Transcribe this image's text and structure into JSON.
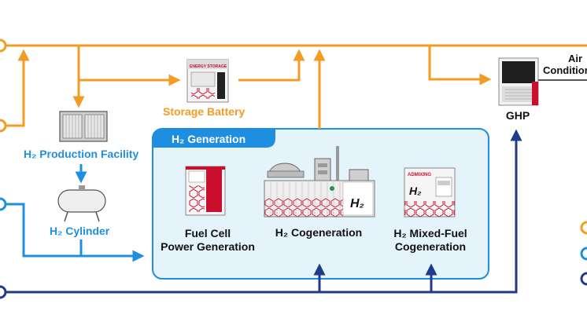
{
  "colors": {
    "electricity": "#f39c24",
    "hydrogen": "#1e8fe0",
    "gas": "#1e3a8a",
    "panel_fill": "#e5f3fb",
    "panel_border": "#1e8fe0",
    "accent_red": "#c8102e"
  },
  "labels": {
    "storage_battery": "Storage Battery",
    "h2_production": "H₂ Production Facility",
    "h2_cylinder": "H₂ Cylinder",
    "h2_generation": "H₂ Generation",
    "fuel_cell_1": "Fuel Cell",
    "fuel_cell_2": "Power Generation",
    "h2_cogen": "H₂ Cogeneration",
    "mixed_1": "H₂ Mixed-Fuel",
    "mixed_2": "Cogeneration",
    "ghp": "GHP",
    "air_1": "Air",
    "air_2": "Condition",
    "battery_unit_text": "ENERGY STORAGE",
    "admixing_text": "ADMIXING",
    "h2_mark": "H₂"
  },
  "icons": {
    "storage_battery": "battery-cabinet-icon",
    "h2_production": "production-facility-icon",
    "h2_cylinder": "hydrogen-tank-icon",
    "fuel_cell": "fuel-cell-unit-icon",
    "h2_cogen": "cogeneration-container-icon",
    "mixed_fuel": "mixed-fuel-unit-icon",
    "ghp": "gas-heat-pump-icon"
  }
}
